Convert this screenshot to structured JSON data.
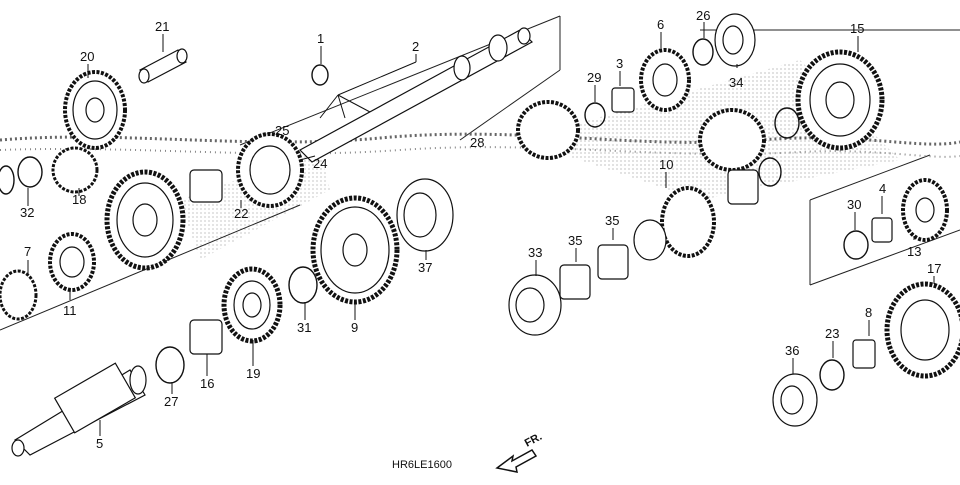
{
  "diagram": {
    "code": "HR6LE1600",
    "direction_label": "FR.",
    "callouts": [
      {
        "id": "c1",
        "label": "1"
      },
      {
        "id": "c2",
        "label": "2"
      },
      {
        "id": "c3",
        "label": "3"
      },
      {
        "id": "c4",
        "label": "4"
      },
      {
        "id": "c5",
        "label": "5"
      },
      {
        "id": "c6",
        "label": "6"
      },
      {
        "id": "c7",
        "label": "7"
      },
      {
        "id": "c8",
        "label": "8"
      },
      {
        "id": "c9",
        "label": "9"
      },
      {
        "id": "c10",
        "label": "10"
      },
      {
        "id": "c11",
        "label": "11"
      },
      {
        "id": "c13",
        "label": "13"
      },
      {
        "id": "c15",
        "label": "15"
      },
      {
        "id": "c16",
        "label": "16"
      },
      {
        "id": "c17",
        "label": "17"
      },
      {
        "id": "c18",
        "label": "18"
      },
      {
        "id": "c19",
        "label": "19"
      },
      {
        "id": "c20",
        "label": "20"
      },
      {
        "id": "c21",
        "label": "21"
      },
      {
        "id": "c22",
        "label": "22"
      },
      {
        "id": "c23",
        "label": "23"
      },
      {
        "id": "c24",
        "label": "24"
      },
      {
        "id": "c25",
        "label": "25"
      },
      {
        "id": "c26",
        "label": "26"
      },
      {
        "id": "c27",
        "label": "27"
      },
      {
        "id": "c28",
        "label": "28"
      },
      {
        "id": "c29",
        "label": "29"
      },
      {
        "id": "c30",
        "label": "30"
      },
      {
        "id": "c31",
        "label": "31"
      },
      {
        "id": "c32",
        "label": "32"
      },
      {
        "id": "c33",
        "label": "33"
      },
      {
        "id": "c34",
        "label": "34"
      },
      {
        "id": "c35a",
        "label": "35"
      },
      {
        "id": "c35b",
        "label": "35"
      },
      {
        "id": "c36",
        "label": "36"
      },
      {
        "id": "c37",
        "label": "37"
      }
    ]
  }
}
